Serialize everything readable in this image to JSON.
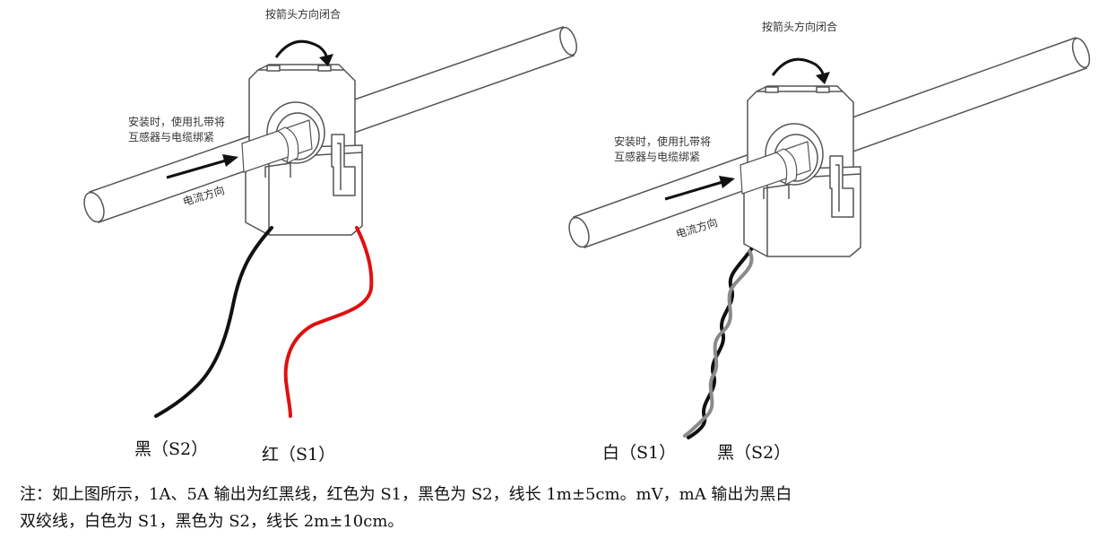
{
  "left": {
    "close_arrow_label": "按箭头方向闭合",
    "install_note_line1": "安装时，使用扎带将",
    "install_note_line2": "互感器与电缆绑紧",
    "current_direction_label": "电流方向",
    "wire_black_label": "黑（S2）",
    "wire_red_label": "红（S1）"
  },
  "right": {
    "close_arrow_label": "按箭头方向闭合",
    "install_note_line1": "安装时，使用扎带将",
    "install_note_line2": "互感器与电缆绑紧",
    "current_direction_label": "电流方向",
    "wire_white_label": "白（S1）",
    "wire_black_label": "黑（S2）"
  },
  "note": {
    "line1": "注：如上图所示，1A、5A 输出为红黑线，红色为 S1，黑色为 S2，线长 1m±5cm。mV，mA 输出为黑白",
    "line2": "双绞线，白色为 S1，黑色为 S2，线长 2m±10cm。"
  },
  "colors": {
    "red_wire": "#e01010",
    "black_wire": "#111111",
    "white_wire": "#8a8a8a",
    "outline": "#555555"
  },
  "icons": [
    "curved-arrow-icon",
    "current-arrow-icon"
  ]
}
